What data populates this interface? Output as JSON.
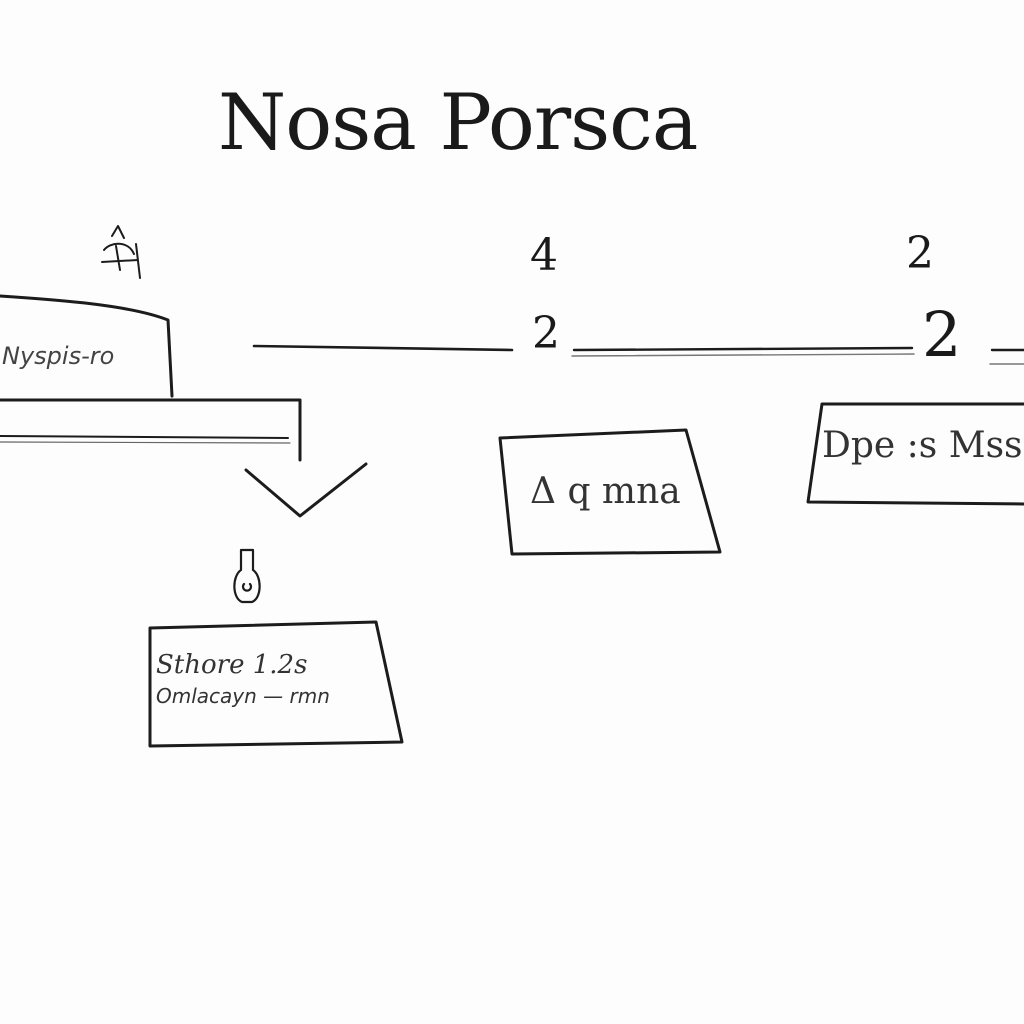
{
  "title": "Nosa Porsca",
  "markers": {
    "middle_top": "4",
    "middle_bottom": "2",
    "right_top": "2",
    "right_bottom": "2"
  },
  "boxes": {
    "left_upper": {
      "text": "Nyspis-ro"
    },
    "bottom": {
      "line1": "Sthore 1.2s",
      "line2": "Omlacayn — rmn"
    },
    "middle": {
      "text": "Δ q  mna"
    },
    "right": {
      "text": "Dpe :s  Mss"
    }
  },
  "icons": {
    "top_left": "sketch-figure-icon",
    "under_arrow": "bottle-icon"
  }
}
